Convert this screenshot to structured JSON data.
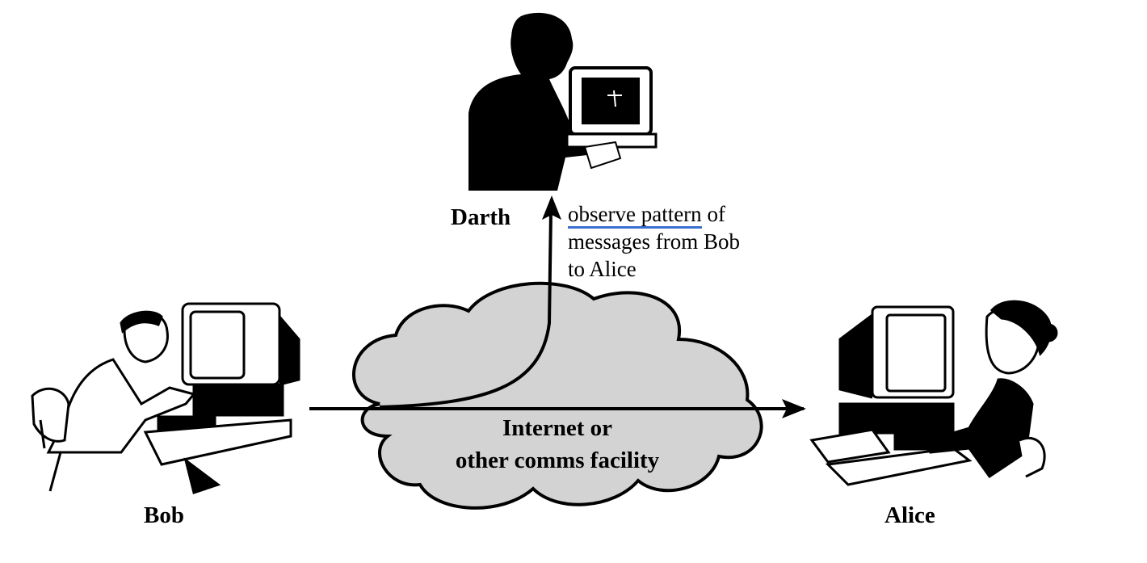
{
  "labels": {
    "darth": "Darth",
    "bob": "Bob",
    "alice": "Alice",
    "annotation_part1": "observe pattern",
    "annotation_part2": " of",
    "annotation_line2": "messages from Bob",
    "annotation_line3": "to Alice",
    "cloud_line1": "Internet or",
    "cloud_line2": "other comms facility"
  },
  "colors": {
    "cloud_fill": "#d3d3d3",
    "ink": "#000000",
    "underline": "#3a6fd0"
  }
}
